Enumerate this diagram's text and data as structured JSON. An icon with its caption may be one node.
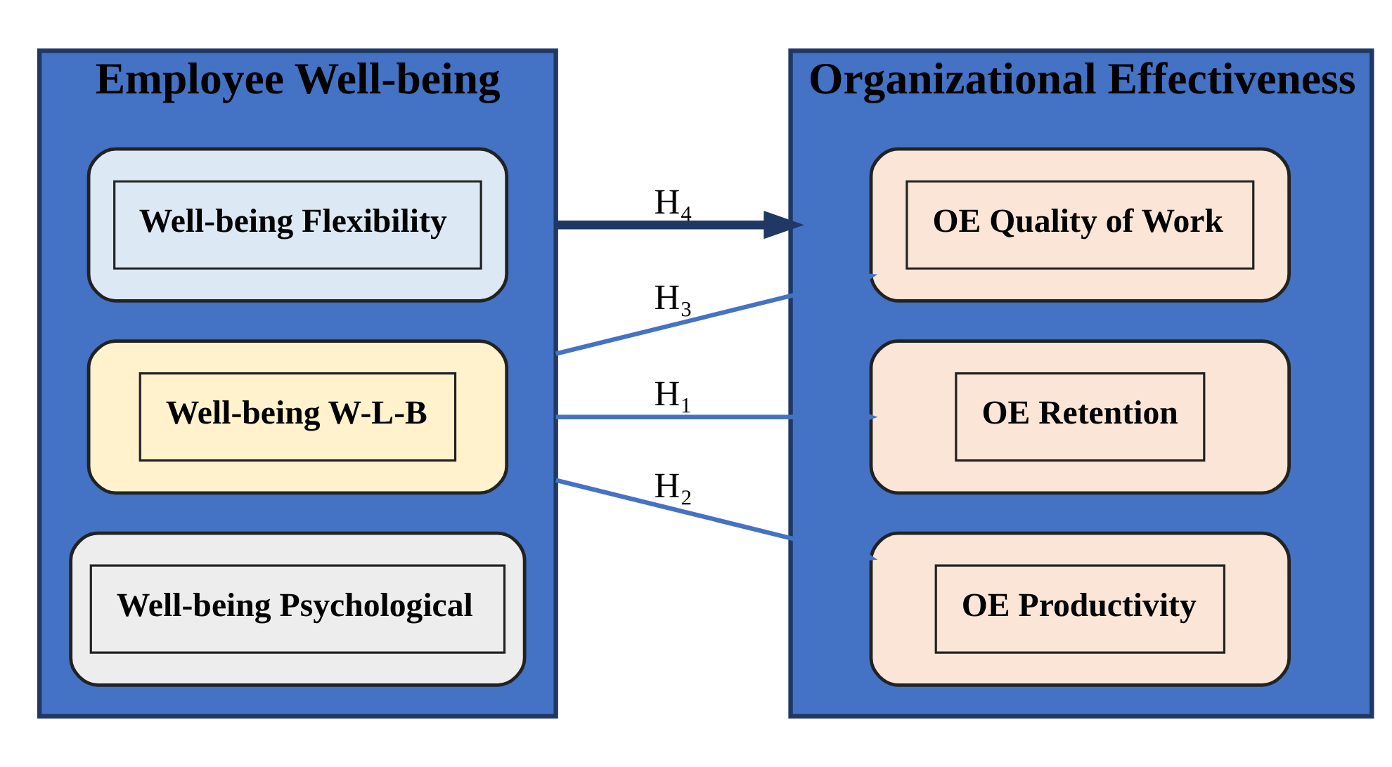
{
  "diagram": {
    "nodes": [
      {
        "text": [
          "Employee Well-being"
        ]
      },
      {
        "text": [
          "Well-being Flexibility"
        ],
        "in": 0
      },
      {
        "text": [
          "Well-being W-L-B"
        ],
        "in": 0
      },
      {
        "text": [
          "Well-being Psychological"
        ],
        "in": 0
      },
      {
        "text": [
          "Organizational Effectiveness"
        ]
      },
      {
        "text": [
          "OE Quality of Work"
        ],
        "in": 4
      },
      {
        "text": [
          "OE Retention"
        ],
        "in": 4
      },
      {
        "text": [
          "OE Productivity"
        ],
        "in": 4
      }
    ],
    "edges": [
      {
        "from": 0,
        "to": 4,
        "arrow": "to",
        "label": "H₄",
        "style": "thick",
        "color": "#1f3864"
      },
      {
        "from": 0,
        "to": 5,
        "arrow": "to",
        "label": "H₃"
      },
      {
        "from": 0,
        "to": 6,
        "arrow": "to",
        "label": "H₁"
      },
      {
        "from": 0,
        "to": 7,
        "arrow": "to",
        "label": "H₂"
      }
    ]
  }
}
